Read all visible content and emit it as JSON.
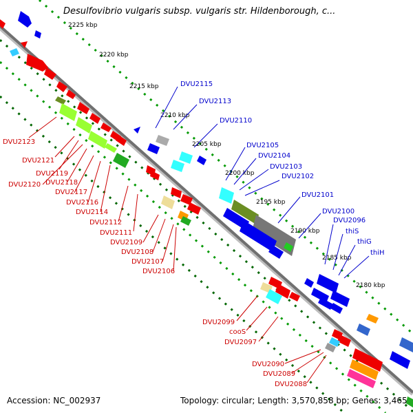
{
  "title": "Desulfovibrio vulgaris subsp. vulgaris str. Hildenborough, c...",
  "footer": {
    "accession": "Accession: NC_002937",
    "summary": "Topology: circular; Length: 3,570,858 bp; Genes: 3,465"
  },
  "colors": {
    "backbone": "#808080",
    "tick_green": "#009900",
    "tick_dark": "#006600",
    "label_blue": "#0000cc",
    "label_red": "#cc0000",
    "gene_red": "#ee0000",
    "gene_blue": "#0000ee",
    "gene_lime": "#99ff33",
    "gene_cyan": "#33ffff",
    "gene_olive": "#6b8e23",
    "gene_gray": "#808080",
    "gene_magenta": "#ff3399",
    "gene_orange": "#ff9900"
  },
  "ruler_labels": [
    "2225 kbp",
    "2220 kbp",
    "2215 kbp",
    "2210 kbp",
    "2205 kbp",
    "2200 kbp",
    "2195 kbp",
    "2190 kbp",
    "2185 kbp",
    "2180 kbp"
  ],
  "blue_labels": [
    "DVU2115",
    "DVU2113",
    "DVU2110",
    "DVU2105",
    "DVU2104",
    "DVU2103",
    "DVU2102",
    "DVU2101",
    "DVU2100",
    "DVU2096",
    "thiS",
    "thiG",
    "thiH"
  ],
  "red_labels": [
    "DVU2123",
    "DVU2121",
    "DVU2119",
    "DVU2120",
    "DVU2118",
    "DVU2117",
    "DVU2116",
    "DVU2114",
    "DVU2112",
    "DVU2111",
    "DVU2109",
    "DVU2108",
    "DVU2107",
    "DVU2106",
    "DVU2099",
    "cooS",
    "DVU2097",
    "DVU2090",
    "DVU2089",
    "DVU2088"
  ]
}
